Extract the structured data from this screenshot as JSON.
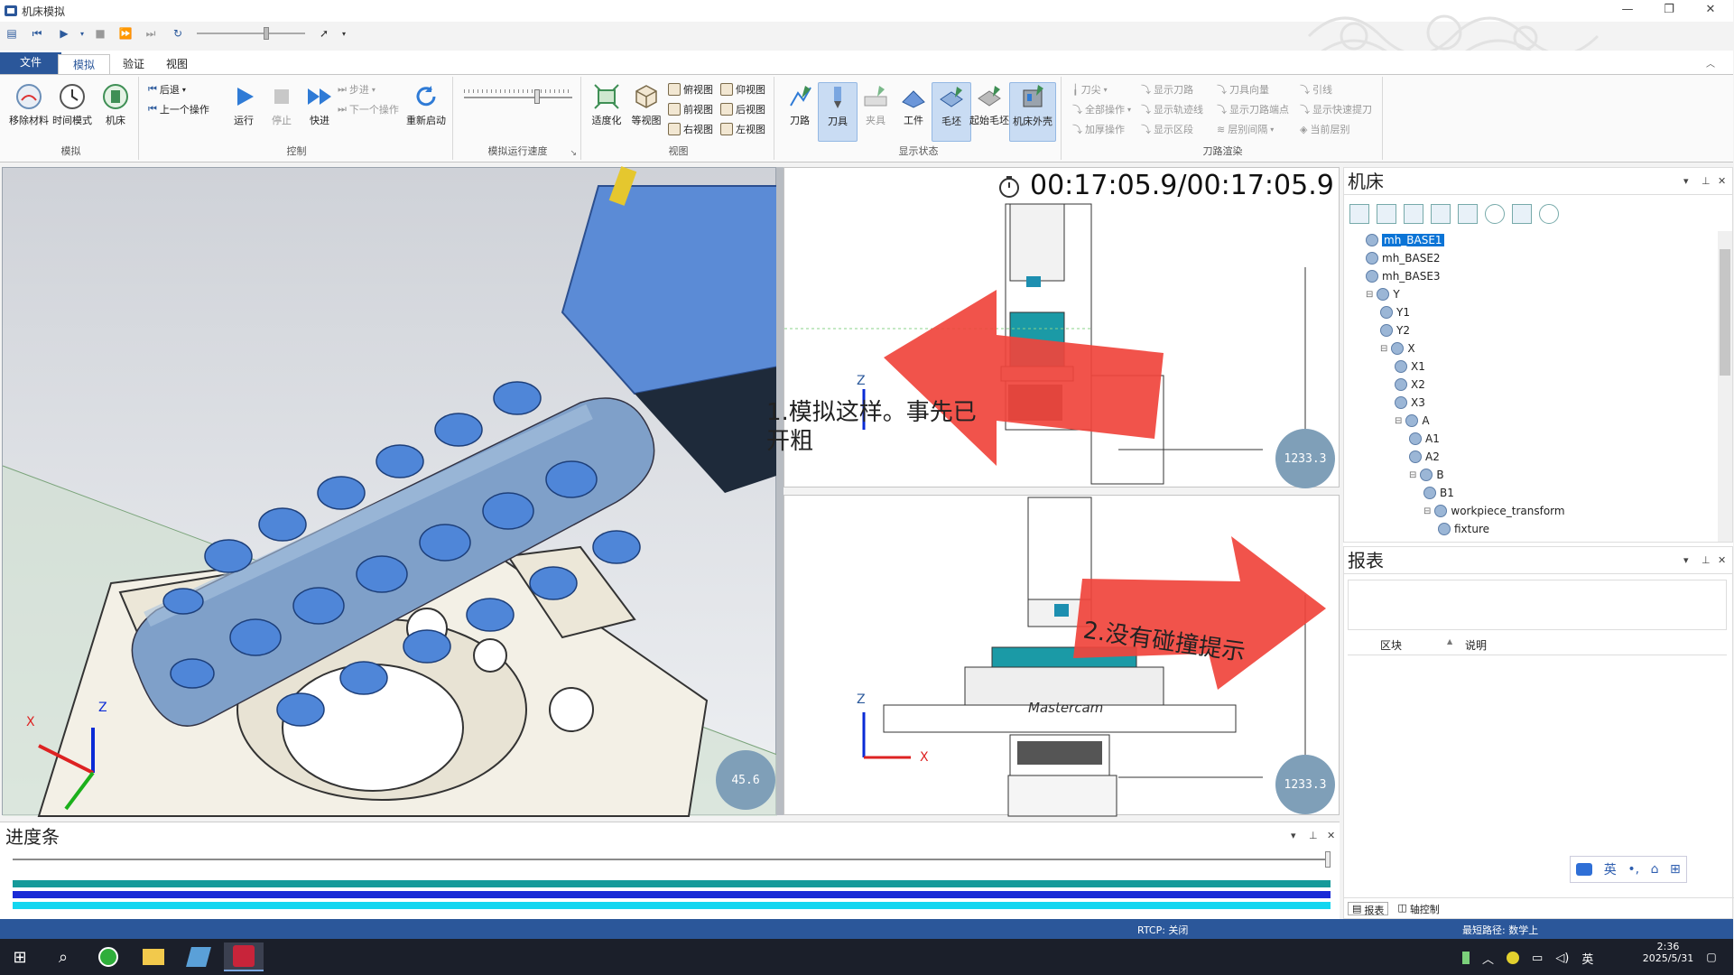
{
  "window": {
    "title": "机床模拟",
    "minimize_icon": "minimize-icon",
    "restore_icon": "restore-icon",
    "close_icon": "close-icon"
  },
  "menu_tabs": [
    "文件",
    "模拟",
    "验证",
    "视图"
  ],
  "ribbon": {
    "groups": {
      "simulate": "模拟",
      "control": "控制",
      "speed": "模拟运行速度",
      "view": "视图",
      "display_state": "显示状态",
      "toolpath_render": "刀路渲染"
    },
    "simulate_buttons": [
      "移除材料",
      "时间模式",
      "机床"
    ],
    "control": {
      "back": "后退",
      "prev_op": "上一个操作",
      "run": "运行",
      "stop": "停止",
      "fast": "快进",
      "step": "步进",
      "next_op": "下一个操作",
      "restart": "重新启动"
    },
    "view": {
      "fit": "适度化",
      "iso": "等视图",
      "top": "俯视图",
      "front": "前视图",
      "right": "右视图",
      "bottom": "仰视图",
      "back": "后视图",
      "left": "左视图"
    },
    "display_state": [
      "刀路",
      "刀具",
      "夹具",
      "工件",
      "毛坯",
      "起始毛坯",
      "机床外壳"
    ],
    "toolpath_render": {
      "tip": "刀尖",
      "all_ops": "全部操作",
      "highlight": "加厚操作",
      "show_toolpath": "显示刀路",
      "show_track": "显示轨迹线",
      "show_region": "显示区段",
      "tool_dir": "刀具向量",
      "show_points": "显示刀路端点",
      "layer_gap": "层别间隔",
      "leadline": "引线",
      "show_rapid": "显示快速提刀",
      "current_layer": "当前层别"
    }
  },
  "viewport_left": {
    "zoom_value": "45.6"
  },
  "viewport_top_right": {
    "timer": "00:17:05.9/00:17:05.9",
    "zoom_value": "1233.3",
    "annotation": "1.模拟这样。事先已开粗"
  },
  "viewport_bottom_right": {
    "zoom_value": "1233.3",
    "annotation": "2.没有碰撞提示",
    "brand": "Mastercam"
  },
  "machine_panel": {
    "title": "机床",
    "tree": [
      {
        "label": "mh_BASE1",
        "level": 1,
        "selected": true
      },
      {
        "label": "mh_BASE2",
        "level": 1
      },
      {
        "label": "mh_BASE3",
        "level": 1
      },
      {
        "label": "Y",
        "level": 1,
        "expander": "⊟"
      },
      {
        "label": "Y1",
        "level": 2
      },
      {
        "label": "Y2",
        "level": 2
      },
      {
        "label": "X",
        "level": 2,
        "expander": "⊟"
      },
      {
        "label": "X1",
        "level": 3
      },
      {
        "label": "X2",
        "level": 3
      },
      {
        "label": "X3",
        "level": 3
      },
      {
        "label": "A",
        "level": 3,
        "expander": "⊟"
      },
      {
        "label": "A1",
        "level": 4
      },
      {
        "label": "A2",
        "level": 4
      },
      {
        "label": "B",
        "level": 4,
        "expander": "⊟"
      },
      {
        "label": "B1",
        "level": 5
      },
      {
        "label": "workpiece_transform",
        "level": 5,
        "expander": "⊟"
      },
      {
        "label": "fixture",
        "level": 6
      }
    ]
  },
  "report_panel": {
    "title": "报表",
    "columns": [
      "区块",
      "说明"
    ],
    "tabs": [
      "报表",
      "轴控制"
    ]
  },
  "progress_panel": {
    "title": "进度条",
    "bars": [
      {
        "color": "#159a9a",
        "fraction": 1.0
      },
      {
        "color": "#1a2bd6",
        "fraction": 1.0
      },
      {
        "color": "#14d6f0",
        "fraction": 1.0
      }
    ]
  },
  "ime_toolbar": [
    "英",
    "•,"
  ],
  "status": {
    "rtcp": "RTCP: 关闭",
    "shortest_path": "最短路径: 数学上"
  },
  "taskbar": {
    "time": "2:36",
    "date": "2025/5/31",
    "ime": "英"
  },
  "colors": {
    "accent": "#2b579a",
    "workpiece": "#5b8bd6",
    "arrow": "#f0443c",
    "viewport_badge": "#7f9fb8"
  }
}
